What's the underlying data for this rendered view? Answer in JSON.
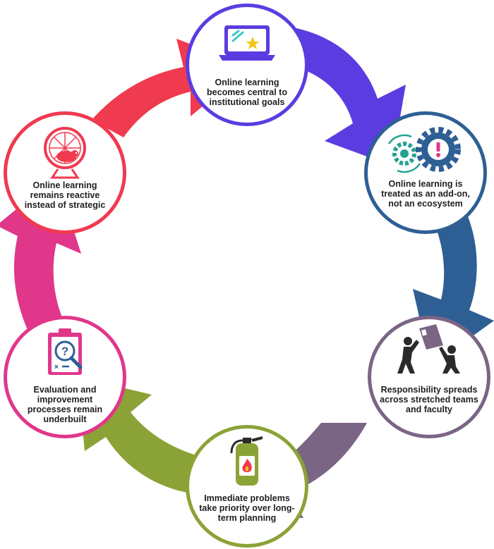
{
  "stages": [
    {
      "id": "central",
      "label": "Online learning becomes central to institutional goals",
      "color": "#5b3ce0",
      "icon": "laptop-star-icon"
    },
    {
      "id": "addon",
      "label": "Online learning is treated as an add-on, not an ecosystem",
      "color": "#2e5f94",
      "icon": "gears-warning-icon"
    },
    {
      "id": "responsibility",
      "label": "Responsibility spreads across stretched teams and faculty",
      "color": "#7a6585",
      "icon": "people-carrying-box-icon"
    },
    {
      "id": "problems",
      "label": "Immediate problems take priority over long-term planning",
      "color": "#8ba336",
      "icon": "fire-extinguisher-icon"
    },
    {
      "id": "evaluation",
      "label": "Evaluation and improvement processes remain underbuilt",
      "color": "#e0378b",
      "icon": "clipboard-question-icon"
    },
    {
      "id": "reactive",
      "label": "Online learning remains reactive instead of strategic",
      "color": "#f03a4f",
      "icon": "hamster-wheel-icon"
    }
  ],
  "colors": {
    "ring": "#4a4a4a",
    "circle_fill": "#ffffff",
    "text": "#1f1f1f"
  }
}
